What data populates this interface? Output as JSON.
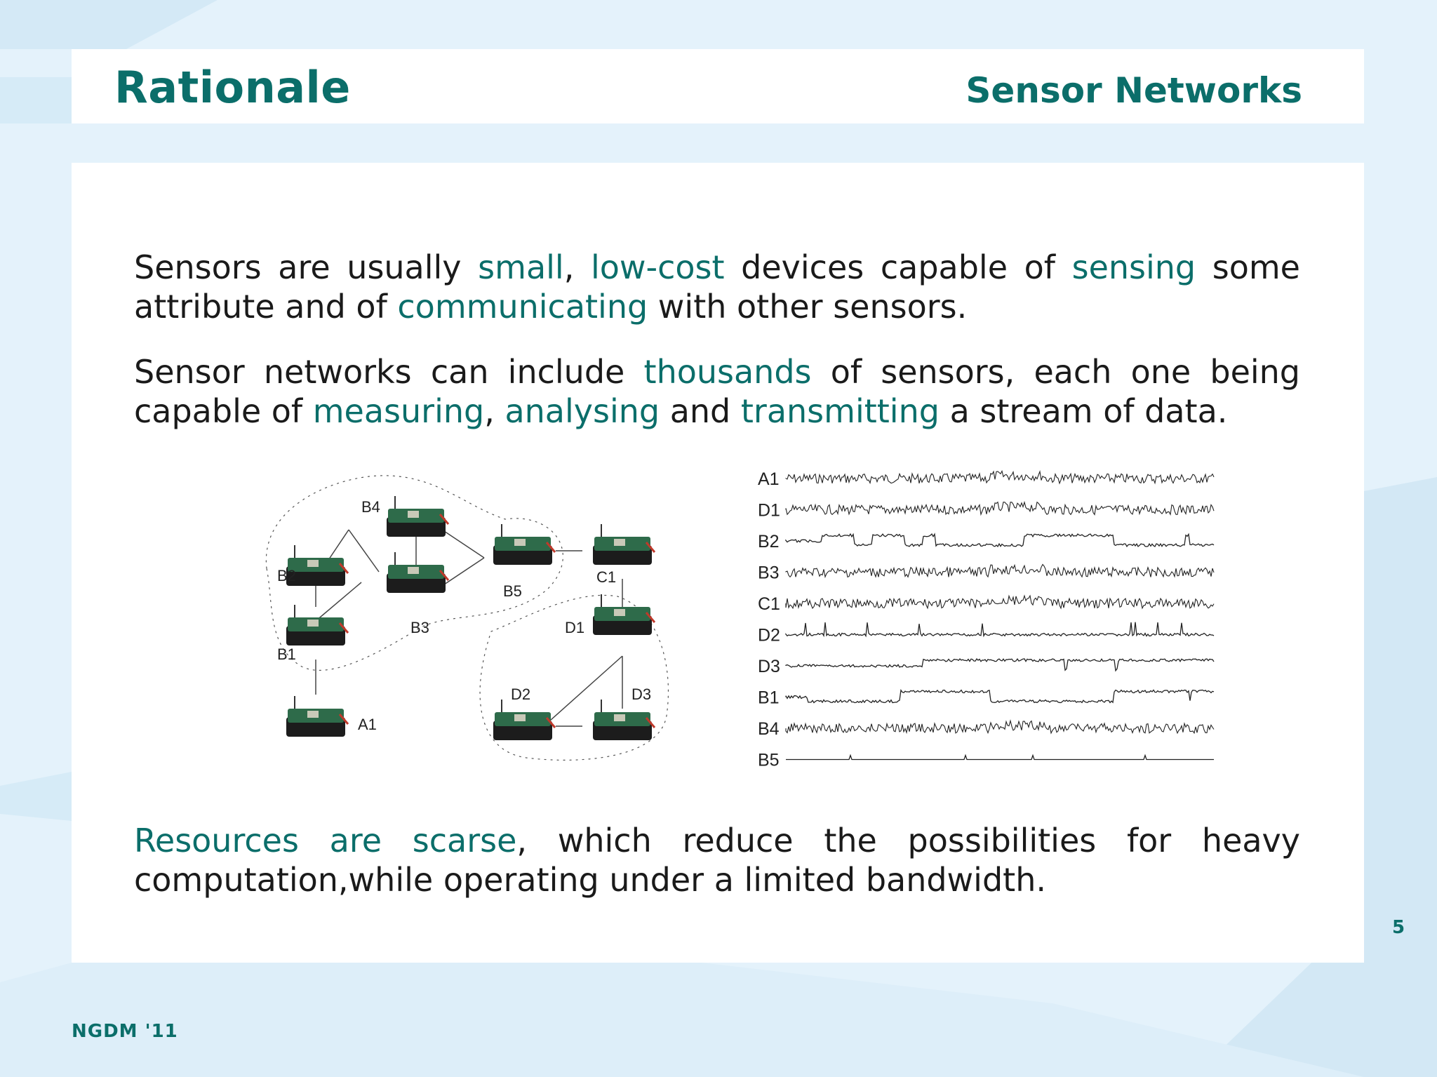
{
  "slide": {
    "title": "Rationale",
    "section": "Sensor Networks",
    "page_number": "5",
    "conference": "NGDM '11"
  },
  "paragraphs": {
    "p1": [
      {
        "text": "Sensors are usually ",
        "hl": false
      },
      {
        "text": "small",
        "hl": true
      },
      {
        "text": ", ",
        "hl": false
      },
      {
        "text": "low-cost",
        "hl": true
      },
      {
        "text": " devices capable of ",
        "hl": false
      },
      {
        "text": "sensing",
        "hl": true
      },
      {
        "text": " some attribute and of ",
        "hl": false
      },
      {
        "text": "communicating",
        "hl": true
      },
      {
        "text": " with other sensors.",
        "hl": false
      }
    ],
    "p2": [
      {
        "text": "Sensor networks can include ",
        "hl": false
      },
      {
        "text": "thousands",
        "hl": true
      },
      {
        "text": " of sensors, each one being capable of ",
        "hl": false
      },
      {
        "text": "measuring",
        "hl": true
      },
      {
        "text": ", ",
        "hl": false
      },
      {
        "text": "analysing",
        "hl": true
      },
      {
        "text": " and ",
        "hl": false
      },
      {
        "text": "transmitting",
        "hl": true
      },
      {
        "text": " a stream of data.",
        "hl": false
      }
    ],
    "p3": [
      {
        "text": "Resources are scarse",
        "hl": true
      },
      {
        "text": ", which reduce the possibilities for heavy computation,while operating under a limited bandwidth.",
        "hl": false
      }
    ]
  },
  "network_figure": {
    "nodes": [
      "B4",
      "B2",
      "B5",
      "C1",
      "B3",
      "D1",
      "B1",
      "D2",
      "D3",
      "A1"
    ]
  },
  "signal_figure": {
    "channels": [
      "A1",
      "D1",
      "B2",
      "B3",
      "C1",
      "D2",
      "D3",
      "B1",
      "B4",
      "B5"
    ]
  },
  "colors": {
    "accent": "#0b6e6a",
    "text": "#1a1a1a",
    "background": "#e4f2fb"
  }
}
